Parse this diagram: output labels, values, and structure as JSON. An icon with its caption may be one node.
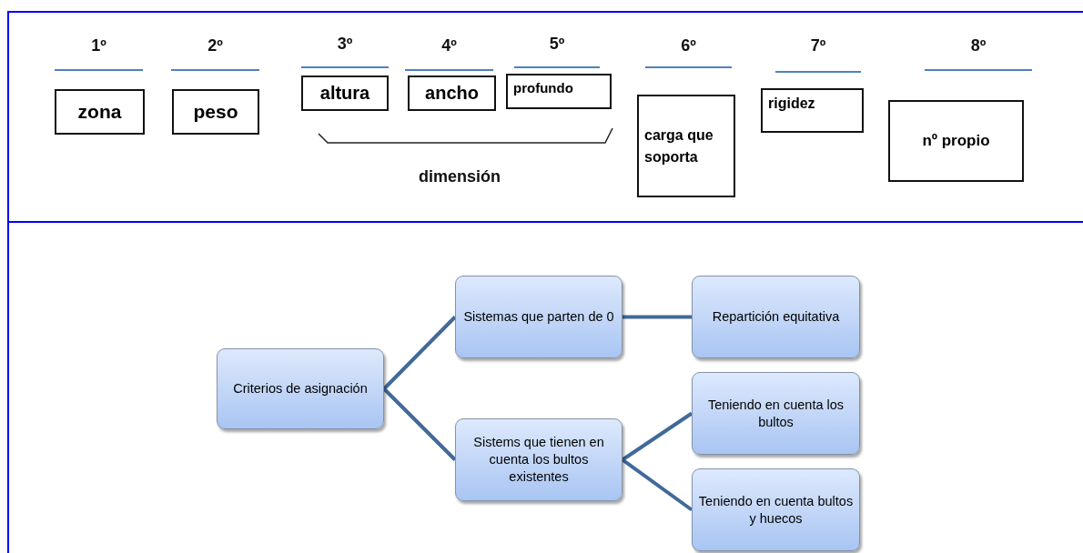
{
  "diagram": {
    "nodes": [
      {
        "text": [
          "zona"
        ]
      },
      {
        "text": [
          "peso"
        ]
      },
      {
        "text": [
          "altura"
        ]
      },
      {
        "text": [
          "ancho"
        ]
      },
      {
        "text": [
          "profundo"
        ]
      },
      {
        "text": [
          "carga que soporta"
        ]
      },
      {
        "text": [
          "rigidez"
        ]
      },
      {
        "text": [
          "nº propio"
        ]
      },
      {
        "text": [
          "Criterios de asignación"
        ]
      },
      {
        "text": [
          "Sistemas que parten de 0"
        ]
      },
      {
        "text": [
          "Repartición equitativa"
        ]
      },
      {
        "text": [
          "Sistems que tienen en cuenta los bultos existentes"
        ]
      },
      {
        "text": [
          "Teniendo en cuenta los bultos"
        ]
      },
      {
        "text": [
          "Teniendo en cuenta bultos y huecos"
        ]
      }
    ],
    "edges": [
      {
        "from": 8,
        "to": 9,
        "arrow": "none"
      },
      {
        "from": 8,
        "to": 11,
        "arrow": "none"
      },
      {
        "from": 9,
        "to": 10,
        "arrow": "none"
      },
      {
        "from": 11,
        "to": 12,
        "arrow": "none"
      },
      {
        "from": 11,
        "to": 13,
        "arrow": "none"
      }
    ],
    "labels": [
      "1º",
      "2º",
      "3º",
      "4º",
      "5º",
      "6º",
      "7º",
      "8º",
      "dimensión"
    ]
  }
}
